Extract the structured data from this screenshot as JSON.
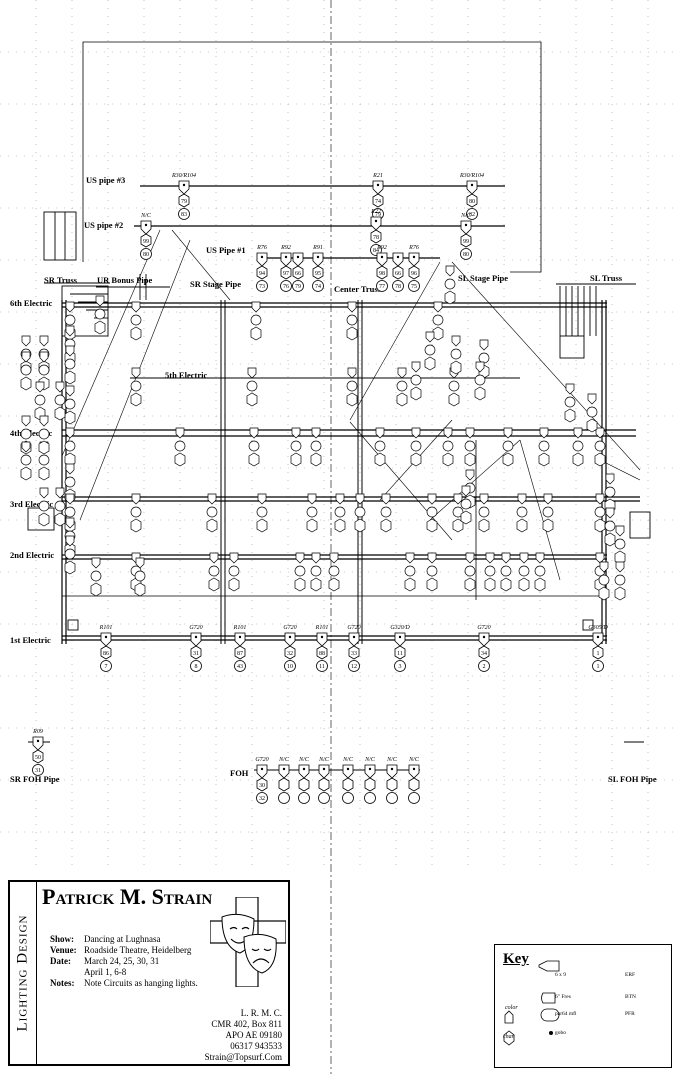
{
  "positions": {
    "us_pipe_3": "US pipe #3",
    "us_pipe_2": "US pipe #2",
    "us_pipe_1": "US Pipe #1",
    "sr_truss": "SR Truss",
    "ur_bonus": "UR Bonus Pipe",
    "sr_stage": "SR Stage Pipe",
    "center_truss": "Center Truss",
    "sl_stage": "SL Stage Pipe",
    "sl_truss": "SL Truss",
    "e6": "6th Electric",
    "e5": "5th Electric",
    "e4": "4th Electric",
    "e3": "3rd Electric",
    "e2": "2nd Electric",
    "e1": "1st Electric",
    "sr_foh": "SR FOH Pipe",
    "foh": "FOH",
    "sl_foh": "SL FOH Pipe"
  },
  "fixtures": [
    {
      "pos": "us3",
      "color": "R30/R104",
      "ch": "79",
      "ci": "83"
    },
    {
      "pos": "us3",
      "color": "R21",
      "ch": "74",
      "ci": "79"
    },
    {
      "pos": "us3",
      "color": "R30/R104",
      "ch": "80",
      "ci": "82"
    },
    {
      "pos": "us2",
      "color": "N/C",
      "ch": "99",
      "ci": "80"
    },
    {
      "pos": "us2",
      "color": "R22",
      "ch": "78",
      "ci": "84"
    },
    {
      "pos": "us2",
      "color": "N/C",
      "ch": "99",
      "ci": "80"
    },
    {
      "pos": "us1",
      "color": "R76",
      "ch": "94",
      "ci": "73"
    },
    {
      "pos": "us1",
      "color": "R92",
      "ch": "97",
      "ci": "76"
    },
    {
      "pos": "us1",
      "color": "",
      "ch": "66",
      "ci": "79"
    },
    {
      "pos": "us1",
      "color": "R91",
      "ch": "95",
      "ci": "74"
    },
    {
      "pos": "us1",
      "color": "R92",
      "ch": "98",
      "ci": "77"
    },
    {
      "pos": "us1",
      "color": "",
      "ch": "66",
      "ci": "78"
    },
    {
      "pos": "us1",
      "color": "R76",
      "ch": "96",
      "ci": "75"
    },
    {
      "pos": "e1",
      "color": "R101",
      "ch": "86",
      "ci": "7"
    },
    {
      "pos": "e1",
      "color": "G720",
      "ch": "31",
      "ci": "8"
    },
    {
      "pos": "e1",
      "color": "R101",
      "ch": "87",
      "ci": "43"
    },
    {
      "pos": "e1",
      "color": "G720",
      "ch": "32",
      "ci": "10"
    },
    {
      "pos": "e1",
      "color": "R101",
      "ch": "88",
      "ci": "11"
    },
    {
      "pos": "e1",
      "color": "G720",
      "ch": "33",
      "ci": "12"
    },
    {
      "pos": "e1",
      "color": "G320/D",
      "ch": "11",
      "ci": "3"
    },
    {
      "pos": "e1",
      "color": "G720",
      "ch": "34",
      "ci": "2"
    },
    {
      "pos": "e1",
      "color": "G305/D",
      "ch": "1",
      "ci": "1"
    },
    {
      "pos": "srfoh",
      "color": "R09",
      "ch": "50",
      "ci": "31"
    },
    {
      "pos": "foh",
      "color": "G720",
      "ch": "30",
      "ci": "32"
    },
    {
      "pos": "foh",
      "color": "N/C",
      "ch": "",
      "ci": ""
    },
    {
      "pos": "foh",
      "color": "N/C",
      "ch": "",
      "ci": ""
    },
    {
      "pos": "foh",
      "color": "N/C",
      "ch": "",
      "ci": ""
    },
    {
      "pos": "foh",
      "color": "N/C",
      "ch": "",
      "ci": ""
    },
    {
      "pos": "foh",
      "color": "N/C",
      "ch": "",
      "ci": ""
    },
    {
      "pos": "foh",
      "color": "N/C",
      "ch": "",
      "ci": ""
    },
    {
      "pos": "foh",
      "color": "N/C",
      "ch": "",
      "ci": ""
    }
  ],
  "title_block": {
    "side": "Lighting Design",
    "designer": "Patrick M. Strain",
    "show_label": "Show:",
    "show": "Dancing at Lughnasa",
    "venue_label": "Venue:",
    "venue": "Roadside Theatre, Heidelberg",
    "date_label": "Date:",
    "date_1": "March 24, 25, 30, 31",
    "date_2": "April 1, 6-8",
    "notes_label": "Notes:",
    "notes": "Note Circuits as hanging lights.",
    "addr_1": "L. R. M. C.",
    "addr_2": "CMR 402, Box 811",
    "addr_3": "APO AE 09180",
    "addr_4": "06317 943533",
    "addr_5": "Strain@Topsurf.Com"
  },
  "key": {
    "title": "Key",
    "rows": [
      {
        "desc": "6 x 9",
        "abbr": "ERF"
      },
      {
        "desc": "6\" Fres",
        "abbr": "BTN"
      },
      {
        "desc": "par64 mfl",
        "abbr": "PFR"
      },
      {
        "desc": "gobo",
        "abbr": ""
      }
    ],
    "legend_color": "color",
    "legend_chan": "chan"
  }
}
